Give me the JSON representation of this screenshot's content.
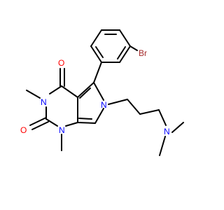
{
  "molecule": {
    "atoms": {
      "br": "Br",
      "o_top": "O",
      "o_left": "O",
      "n3": "N",
      "n1": "N",
      "n6": "N",
      "n_amine": "N"
    },
    "colors": {
      "bond": "#000000",
      "nitrogen": "#0000ff",
      "oxygen": "#ff0000",
      "bromine": "#a52a2a"
    }
  }
}
